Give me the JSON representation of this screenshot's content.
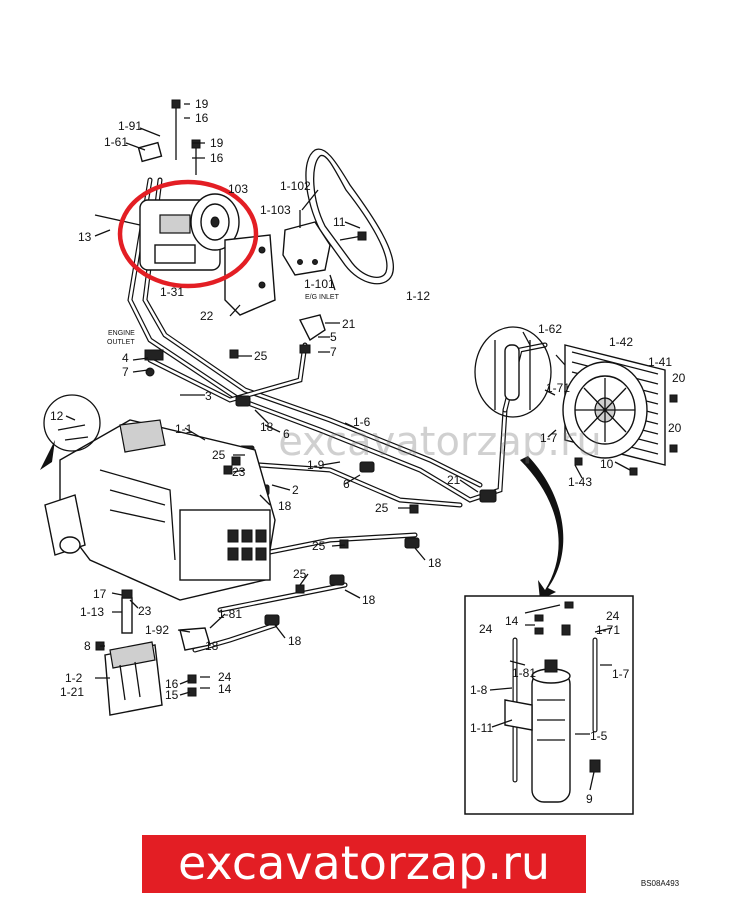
{
  "diagram": {
    "part_labels": [
      "19",
      "16",
      "1-91",
      "1-61",
      "19",
      "16",
      "103",
      "1-102",
      "1-103",
      "11",
      "13",
      "1-101",
      "E/G INLET",
      "1-12",
      "22",
      "1-31",
      "21",
      "5",
      "7",
      "ENGINE",
      "OUTLET",
      "4",
      "7",
      "25",
      "3",
      "1-62",
      "1-42",
      "1-41",
      "20",
      "1-71",
      "1-7",
      "20",
      "12",
      "1-1",
      "18",
      "6",
      "1-6",
      "25",
      "23",
      "1-9",
      "6",
      "2",
      "18",
      "21",
      "10",
      "1-43",
      "25",
      "18",
      "25",
      "18",
      "25",
      "18",
      "17",
      "23",
      "1-13",
      "1-81",
      "1-92",
      "18",
      "8",
      "16",
      "24",
      "15",
      "14",
      "1-2",
      "1-21",
      "14",
      "24",
      "24",
      "1-71",
      "1-81",
      "1-7",
      "1-8",
      "1-5",
      "1-11",
      "9"
    ],
    "drawing_code": "BS08A493"
  },
  "watermark": {
    "text": "excavatorzap.ru"
  },
  "banner": {
    "text": "excavatorzap.ru",
    "bg": "#e31e24",
    "fg": "#ffffff"
  },
  "highlight": {
    "color": "#e31e24"
  }
}
